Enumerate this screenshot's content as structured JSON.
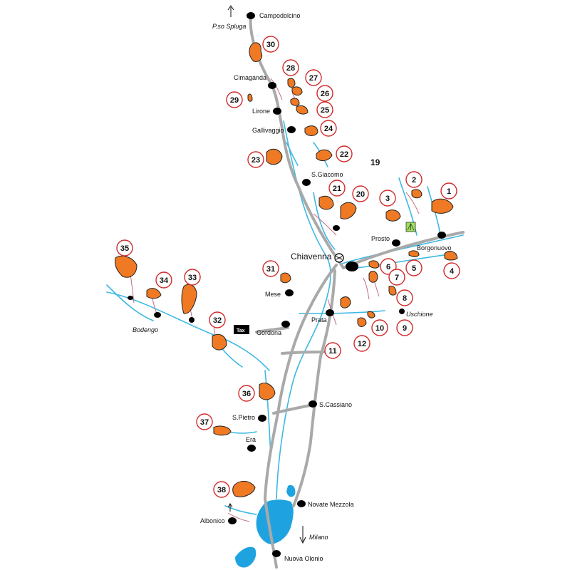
{
  "map": {
    "page_number": "19",
    "colors": {
      "road": "#a9a9a9",
      "river": "#3db8e3",
      "lake": "#1fa3e0",
      "boulder": "#f07a24",
      "trail": "#c46a7a",
      "town": "#000000",
      "marker": "#d22b2b"
    },
    "directions": [
      {
        "label": "P.so Spluga",
        "arrow": "up"
      },
      {
        "label": "Milano",
        "arrow": "down"
      }
    ],
    "towns": [
      {
        "name": "Campodolcino"
      },
      {
        "name": "Cimaganda"
      },
      {
        "name": "Lirone"
      },
      {
        "name": "Gallivaggio"
      },
      {
        "name": "S.Giacomo"
      },
      {
        "name": "Chiavenna"
      },
      {
        "name": "Prosto"
      },
      {
        "name": "Borgonuovo"
      },
      {
        "name": "Uschione"
      },
      {
        "name": "Prata"
      },
      {
        "name": "Mese"
      },
      {
        "name": "Gordona"
      },
      {
        "name": "Bodengo"
      },
      {
        "name": "S.Cassiano"
      },
      {
        "name": "S.Pietro"
      },
      {
        "name": "Era"
      },
      {
        "name": "Novate Mezzola"
      },
      {
        "name": "Albonico"
      },
      {
        "name": "Nuova Olonio"
      }
    ],
    "sectors": [
      "1",
      "2",
      "3",
      "4",
      "5",
      "6",
      "7",
      "8",
      "9",
      "10",
      "11",
      "12",
      "20",
      "21",
      "22",
      "23",
      "24",
      "25",
      "26",
      "27",
      "28",
      "29",
      "30",
      "31",
      "32",
      "33",
      "34",
      "35",
      "36",
      "37",
      "38"
    ],
    "icons": {
      "tax_label": "Tax",
      "camping": "camping-icon"
    }
  }
}
